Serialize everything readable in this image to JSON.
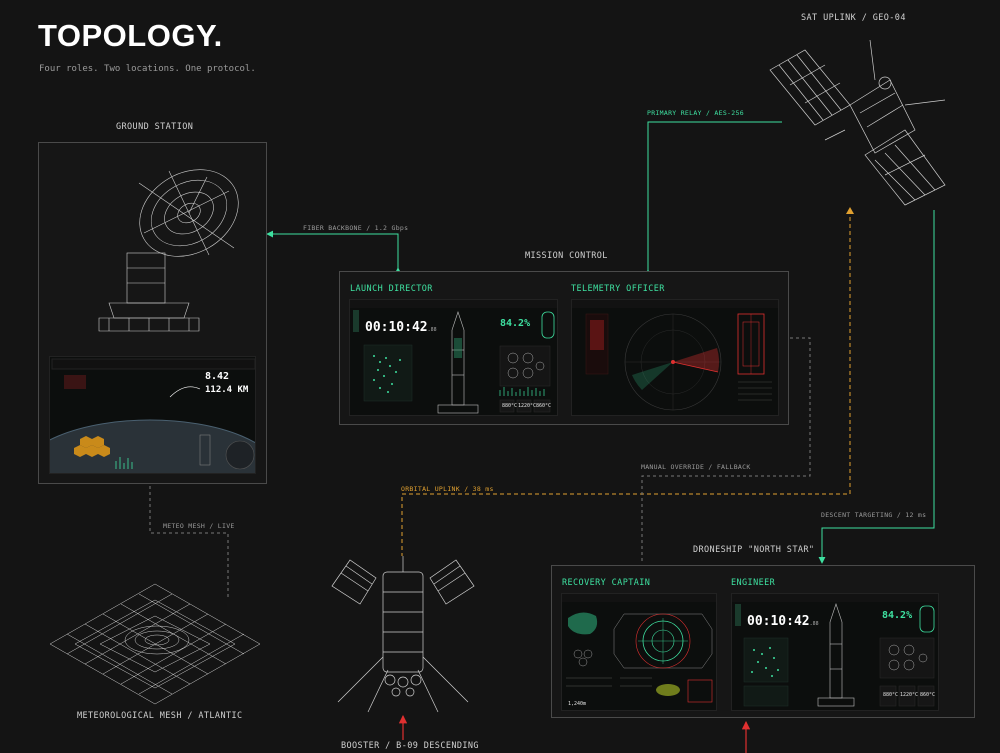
{
  "header": {
    "title": "TOPOLOGY.",
    "subtitle": "Four roles. Two locations. One protocol."
  },
  "nodes": {
    "ground_station": "GROUND STATION",
    "sat_uplink": "SAT UPLINK / GEO-04",
    "mission_control": "MISSION CONTROL",
    "droneship": "DRONESHIP \"NORTH STAR\"",
    "mesh": "METEOROLOGICAL MESH / ATLANTIC",
    "booster": "BOOSTER / B-09 DESCENDING"
  },
  "roles": {
    "launch_director": "LAUNCH DIRECTOR",
    "telemetry_officer": "TELEMETRY OFFICER",
    "recovery_captain": "RECOVERY CAPTAIN",
    "engineer": "ENGINEER"
  },
  "links": {
    "fiber": "FIBER BACKBONE / 1.2 Gbps",
    "primary_relay": "PRIMARY RELAY / AES-256",
    "orbital_uplink": "ORBITAL UPLINK / 38 ms",
    "manual_override": "MANUAL OVERRIDE / FALLBACK",
    "descent_targeting": "DESCENT TARGETING / 12 ms",
    "meteo_mesh": "METEO MESH / LIVE"
  },
  "readouts": {
    "ground_value": "8.42",
    "ground_distance": "112.4 KM",
    "clock_main": "00:10:42",
    "clock_frac": ".88",
    "fuel_pct": "84.2%",
    "temp_a": "880°C",
    "temp_b": "1220°C",
    "temp_c": "860°C",
    "recovery_alt": "1,240m"
  },
  "colors": {
    "accent_green": "#3ee0a0",
    "accent_orange": "#e0a030",
    "alert_red": "#e03030",
    "frame_border": "#4a4a4a",
    "background": "#141414"
  }
}
